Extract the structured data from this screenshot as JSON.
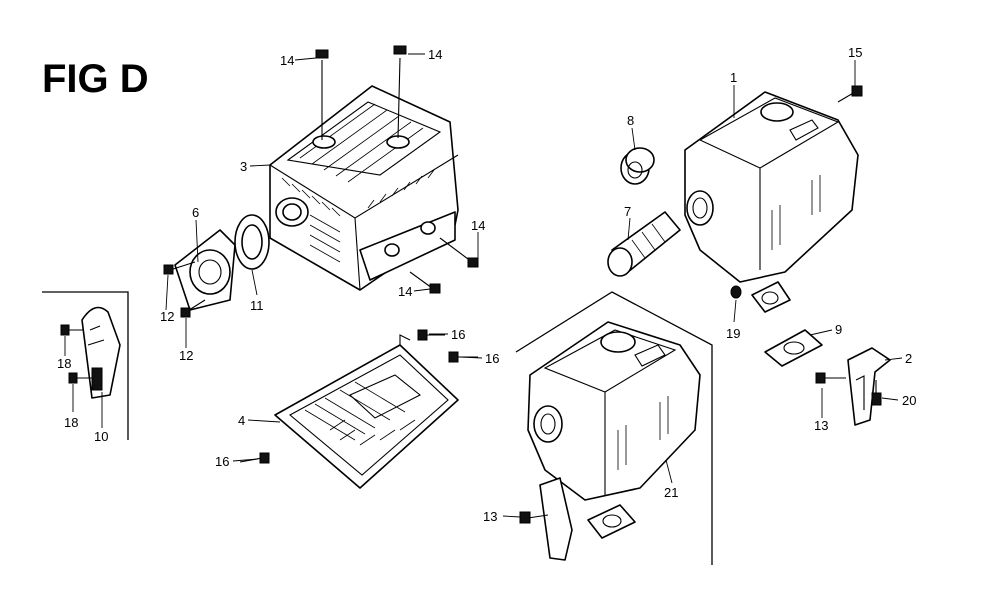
{
  "figure": {
    "title": "FIG D"
  },
  "callouts": {
    "c1": "1",
    "c2": "2",
    "c3": "3",
    "c4": "4",
    "c6": "6",
    "c7": "7",
    "c8": "8",
    "c9": "9",
    "c10": "10",
    "c11": "11",
    "c12a": "12",
    "c12b": "12",
    "c13a": "13",
    "c13b": "13",
    "c14a": "14",
    "c14b": "14",
    "c14c": "14",
    "c14d": "14",
    "c15": "15",
    "c16a": "16",
    "c16b": "16",
    "c16c": "16",
    "c18a": "18",
    "c18b": "18",
    "c19": "19",
    "c20": "20",
    "c21": "21"
  }
}
